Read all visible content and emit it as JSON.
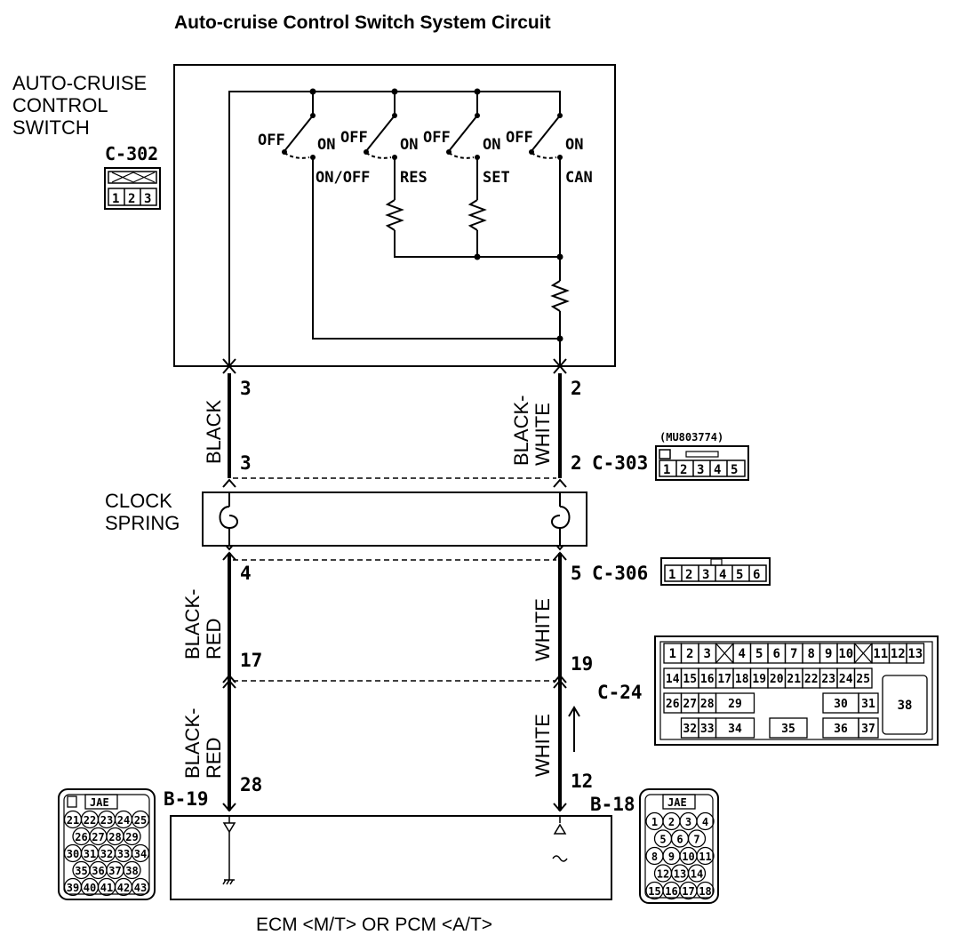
{
  "title": "Auto-cruise Control Switch System Circuit",
  "switch_assembly": {
    "label_line1": "AUTO-CRUISE",
    "label_line2": "CONTROL",
    "label_line3": "SWITCH",
    "connector": "C-302",
    "connector_pins": [
      "1",
      "2",
      "3"
    ]
  },
  "switches": [
    {
      "off": "OFF",
      "on": "ON",
      "name": "ON/OFF"
    },
    {
      "off": "OFF",
      "on": "ON",
      "name": "RES"
    },
    {
      "off": "OFF",
      "on": "ON",
      "name": "SET"
    },
    {
      "off": "OFF",
      "on": "ON",
      "name": "CAN"
    }
  ],
  "wires": {
    "left": {
      "seg1_color": "BLACK",
      "seg2_color_line1": "BLACK-",
      "seg2_color_line2": "RED",
      "seg3_color_line1": "BLACK-",
      "seg3_color_line2": "RED"
    },
    "right": {
      "seg1_color_line1": "BLACK-",
      "seg1_color_line2": "WHITE",
      "seg2_color": "WHITE",
      "seg3_color": "WHITE"
    }
  },
  "pins": {
    "left_top": "3",
    "left_c303": "3",
    "left_c306": "4",
    "left_c24": "17",
    "left_b19": "28",
    "right_top": "2",
    "right_c303": "2",
    "right_c306": "5",
    "right_c24": "19",
    "right_b18": "12"
  },
  "connectors": {
    "c303": {
      "name": "C-303",
      "part": "(MU803774)",
      "pins": [
        "1",
        "2",
        "3",
        "4",
        "5"
      ]
    },
    "c306": {
      "name": "C-306",
      "pins": [
        "1",
        "2",
        "3",
        "4",
        "5",
        "6"
      ]
    },
    "c24": {
      "name": "C-24",
      "row1": [
        "1",
        "2",
        "3",
        "4",
        "5",
        "6",
        "7",
        "8",
        "9",
        "10",
        "11",
        "12",
        "13"
      ],
      "row2": [
        "14",
        "15",
        "16",
        "17",
        "18",
        "19",
        "20",
        "21",
        "22",
        "23",
        "24",
        "25"
      ],
      "row3": [
        "26",
        "27",
        "28",
        "29",
        "30",
        "31"
      ],
      "row4": [
        "32",
        "33",
        "34",
        "35",
        "36",
        "37"
      ],
      "big": "38"
    },
    "b19": {
      "name": "B-19",
      "tag": "JAE",
      "rows": [
        [
          "21",
          "22",
          "23",
          "24",
          "25"
        ],
        [
          "26",
          "27",
          "28",
          "29"
        ],
        [
          "30",
          "31",
          "32",
          "33",
          "34"
        ],
        [
          "35",
          "36",
          "37",
          "38"
        ],
        [
          "39",
          "40",
          "41",
          "42",
          "43"
        ]
      ]
    },
    "b18": {
      "name": "B-18",
      "tag": "JAE",
      "rows": [
        [
          "1",
          "2",
          "3",
          "4"
        ],
        [
          "5",
          "6",
          "7"
        ],
        [
          "8",
          "9",
          "10",
          "11"
        ],
        [
          "12",
          "13",
          "14"
        ],
        [
          "15",
          "16",
          "17",
          "18"
        ]
      ]
    }
  },
  "clock_spring": {
    "line1": "CLOCK",
    "line2": "SPRING"
  },
  "ecm_label": "ECM <M/T> OR PCM <A/T>"
}
